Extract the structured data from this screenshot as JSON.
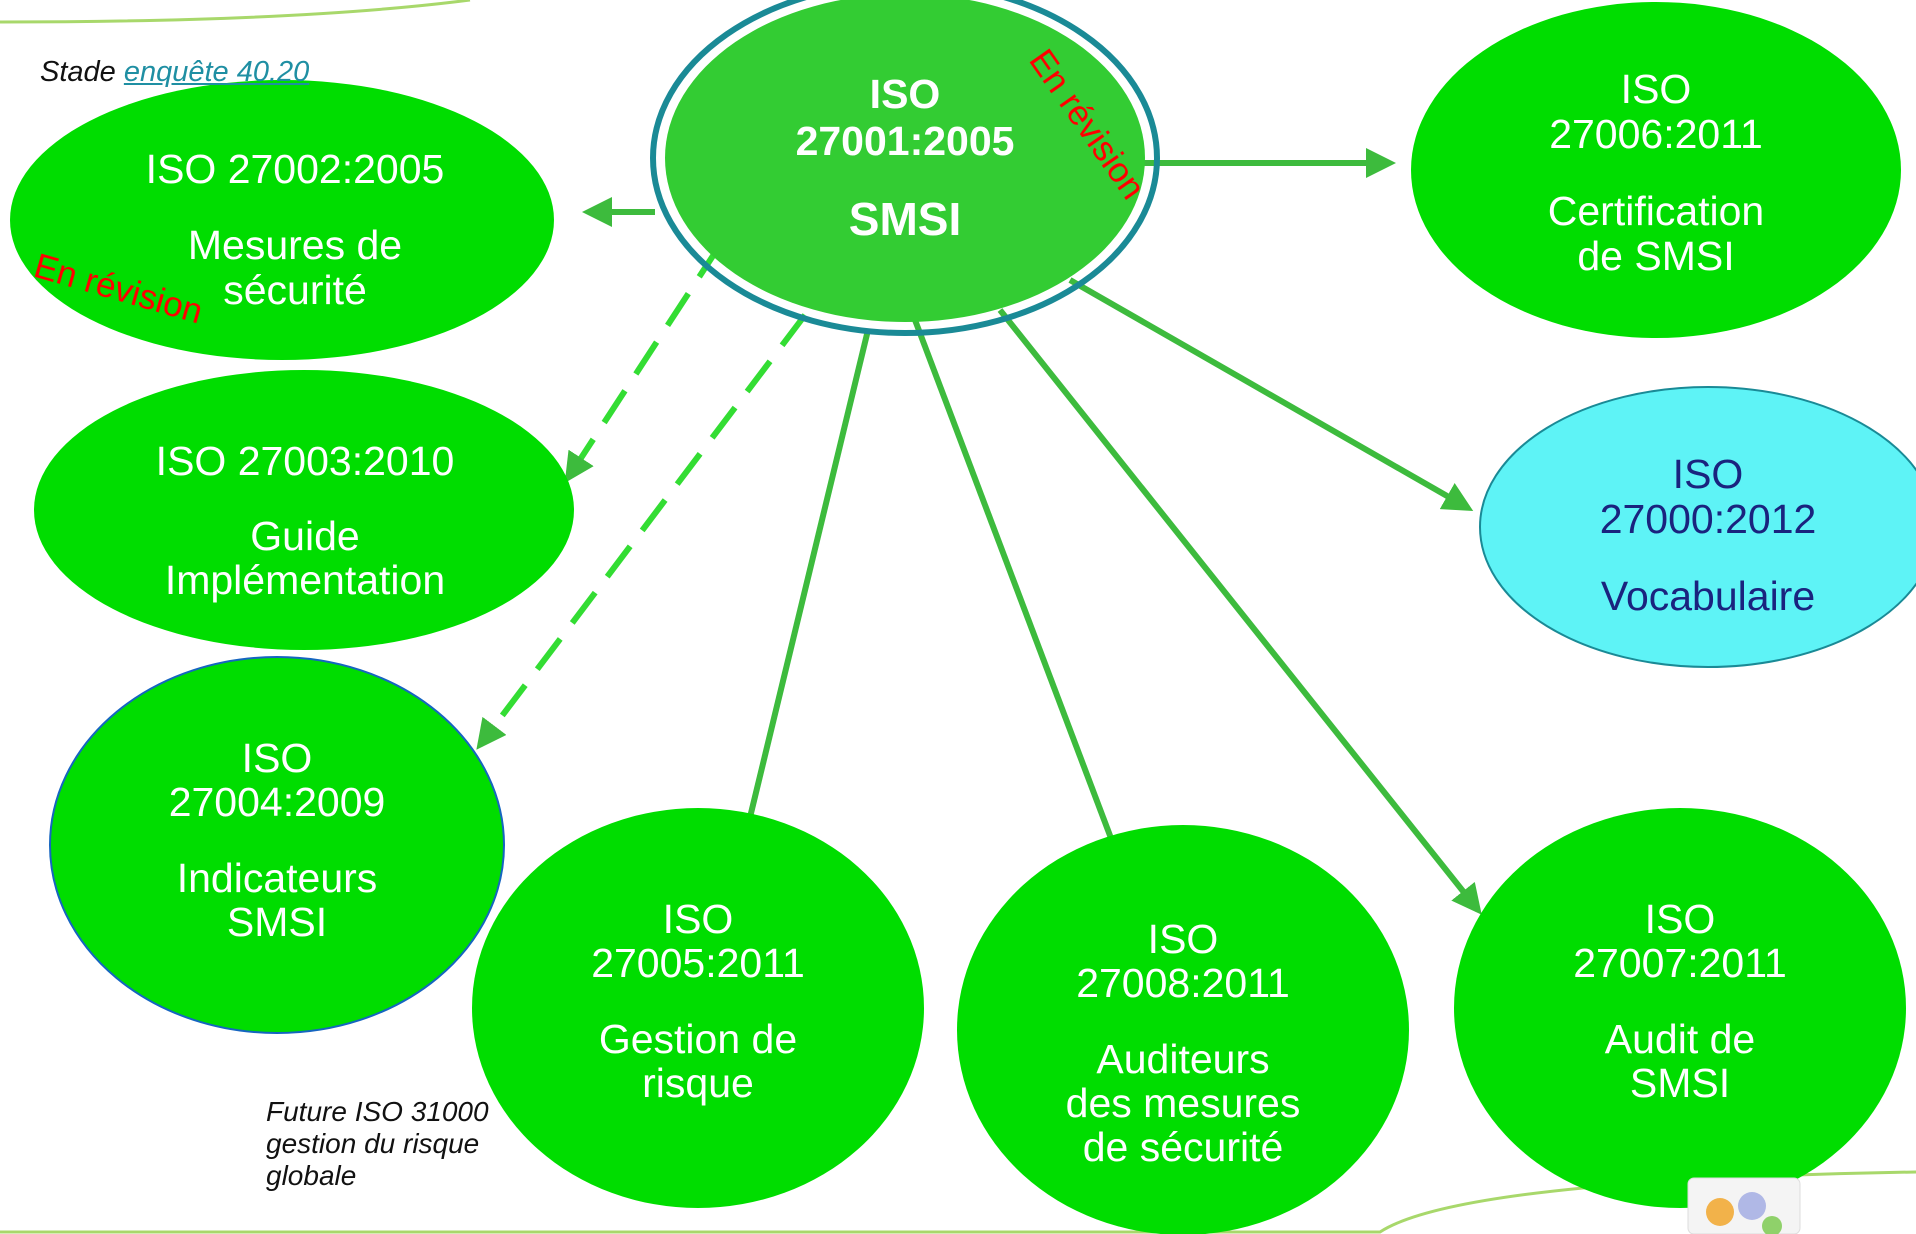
{
  "stage_note": {
    "prefix": "Stade",
    "link": "enquête 40.20"
  },
  "future_note": {
    "lines": [
      "Future ISO 31000",
      "gestion du risque",
      "globale"
    ]
  },
  "revision_label": "En révision",
  "nodes": {
    "center": {
      "lines": [
        "ISO",
        "27001:2005",
        "SMSI"
      ]
    },
    "n27002": {
      "lines": [
        "ISO 27002:2005",
        "Mesures de",
        "sécurité"
      ]
    },
    "n27003": {
      "lines": [
        "ISO 27003:2010",
        "Guide",
        "Implémentation"
      ]
    },
    "n27004": {
      "lines": [
        "ISO",
        "27004:2009",
        "Indicateurs",
        "SMSI"
      ]
    },
    "n27005": {
      "lines": [
        "ISO",
        "27005:2011",
        "Gestion de",
        "risque"
      ]
    },
    "n27008": {
      "lines": [
        "ISO",
        "27008:2011",
        "Auditeurs",
        "des mesures",
        "de sécurité"
      ]
    },
    "n27007": {
      "lines": [
        "ISO",
        "27007:2011",
        "Audit de",
        "SMSI"
      ]
    },
    "n27000": {
      "lines": [
        "ISO",
        "27000:2012",
        "Vocabulaire"
      ]
    },
    "n27006": {
      "lines": [
        "ISO",
        "27006:2011",
        "Certification",
        "de SMSI"
      ]
    }
  },
  "colors": {
    "node_green": "#00dd00",
    "center_green": "#33cc33",
    "center_ring": "#1a8a96",
    "arrow_green": "#3dbb3d",
    "vocab_fill": "#5ef3f6",
    "vocab_text": "#1a237e",
    "revision_red": "#ff0000"
  }
}
